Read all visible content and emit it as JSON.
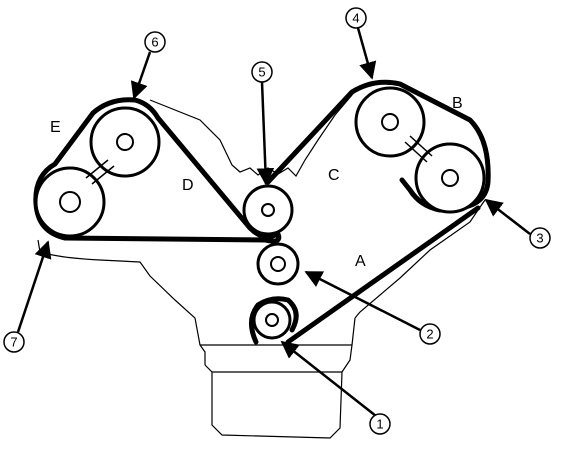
{
  "belt_labels": {
    "a": "A",
    "b": "B",
    "c": "C",
    "d": "D",
    "e": "E"
  },
  "callouts": {
    "c1": "1",
    "c2": "2",
    "c3": "3",
    "c4": "4",
    "c5": "5",
    "c6": "6",
    "c7": "7"
  },
  "colors": {
    "ink": "#000000",
    "paper": "#ffffff"
  }
}
